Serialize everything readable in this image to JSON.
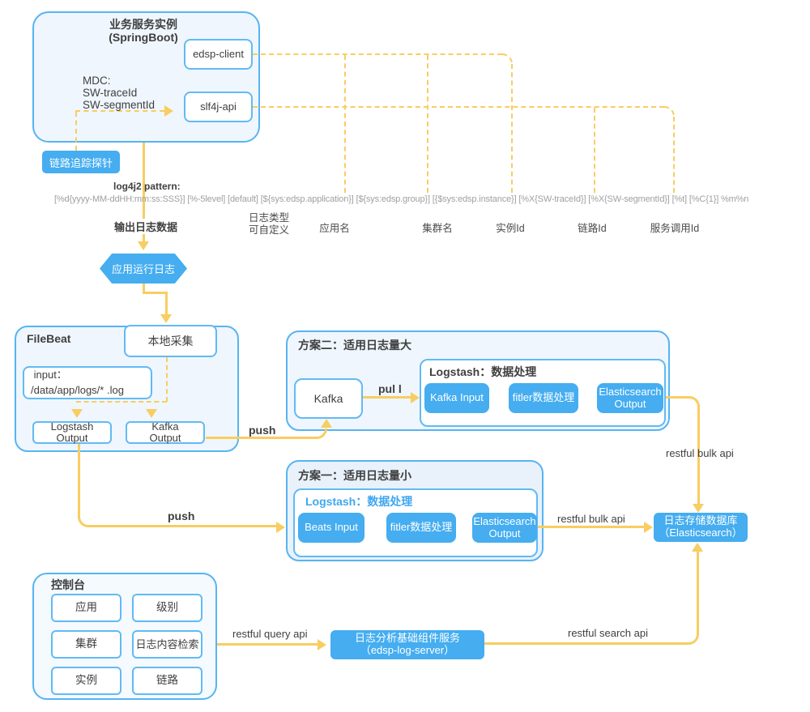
{
  "colors": {
    "accent_blue": "#45ADF0",
    "border_blue": "#57B4F2",
    "line_yellow": "#F8CD61",
    "panel_fill": "#EFF6FD",
    "text_dark": "#3F3F3F",
    "pattern_gray": "#A0A0A0",
    "blue_text": "#3FA7F0"
  },
  "springboot_panel": {
    "title_line1": "业务服务实例",
    "title_line2": "(SpringBoot)",
    "edsp_client": "edsp-client",
    "slf4j_api": "slf4j-api",
    "mdc_line1": "MDC:",
    "mdc_line2": "SW-traceId",
    "mdc_line3": "SW-segmentId"
  },
  "trace_probe_badge": "链路追踪探针",
  "log_pattern": {
    "label": "log4j2 pattern:",
    "pattern": "[%d{yyyy-MM-ddHH:mm:ss:SSS}] [%-5level] [default] [${sys:edsp.application}] [${sys:edsp.group}] [{$sys:edsp.instance}] [%X{SW-traceId}] [%X{SW-segmentId}] [%t] [%C{1}] %m%n"
  },
  "annotations": {
    "output_log": "输出日志数据",
    "log_type_line1": "日志类型",
    "log_type_line2": "可自定义",
    "app_name": "应用名",
    "cluster_name": "集群名",
    "instance_id": "实例Id",
    "trace_id": "链路Id",
    "service_call_id": "服务调用Id"
  },
  "app_log_hexagon": "应用运行日志",
  "filebeat_panel": {
    "title": "FileBeat",
    "local_collect": "本地采集",
    "input_line1": " input：",
    "input_line2": "/data/app/logs/* .log",
    "logstash_output_line1": "Logstash",
    "logstash_output_line2": "Output",
    "kafka_output_line1": "Kafka",
    "kafka_output_line2": "Output"
  },
  "plan2_panel": {
    "title": "方案二：适用日志量大",
    "kafka": "Kafka",
    "pull_label": "pul l",
    "logstash_title": "Logstash：数据处理",
    "kafka_input": "Kafka Input",
    "filter": "fitler数据处理",
    "es_output_line1": "Elasticsearch",
    "es_output_line2": "Output"
  },
  "plan1_panel": {
    "title": "方案一：适用日志量小",
    "logstash_title": "Logstash：数据处理",
    "beats_input": "Beats Input",
    "filter": "fitler数据处理",
    "es_output_line1": "Elasticsearch",
    "es_output_line2": "Output"
  },
  "es_store": {
    "line1": "日志存储数据库",
    "line2": "（Elasticsearch）"
  },
  "console_panel": {
    "title": "控制台",
    "items": [
      "应用",
      "级别",
      "集群",
      "日志内容检索",
      "实例",
      "链路"
    ]
  },
  "log_server": {
    "line1": "日志分析基础组件服务",
    "line2": "（edsp-log-server）"
  },
  "edge_labels": {
    "push_top": "push",
    "push_bottom": "push",
    "restful_bulk_api_top": "restful bulk api",
    "restful_bulk_api_bottom": "restful bulk api",
    "restful_query_api": "restful query api",
    "restful_search_api": "restful search api"
  }
}
